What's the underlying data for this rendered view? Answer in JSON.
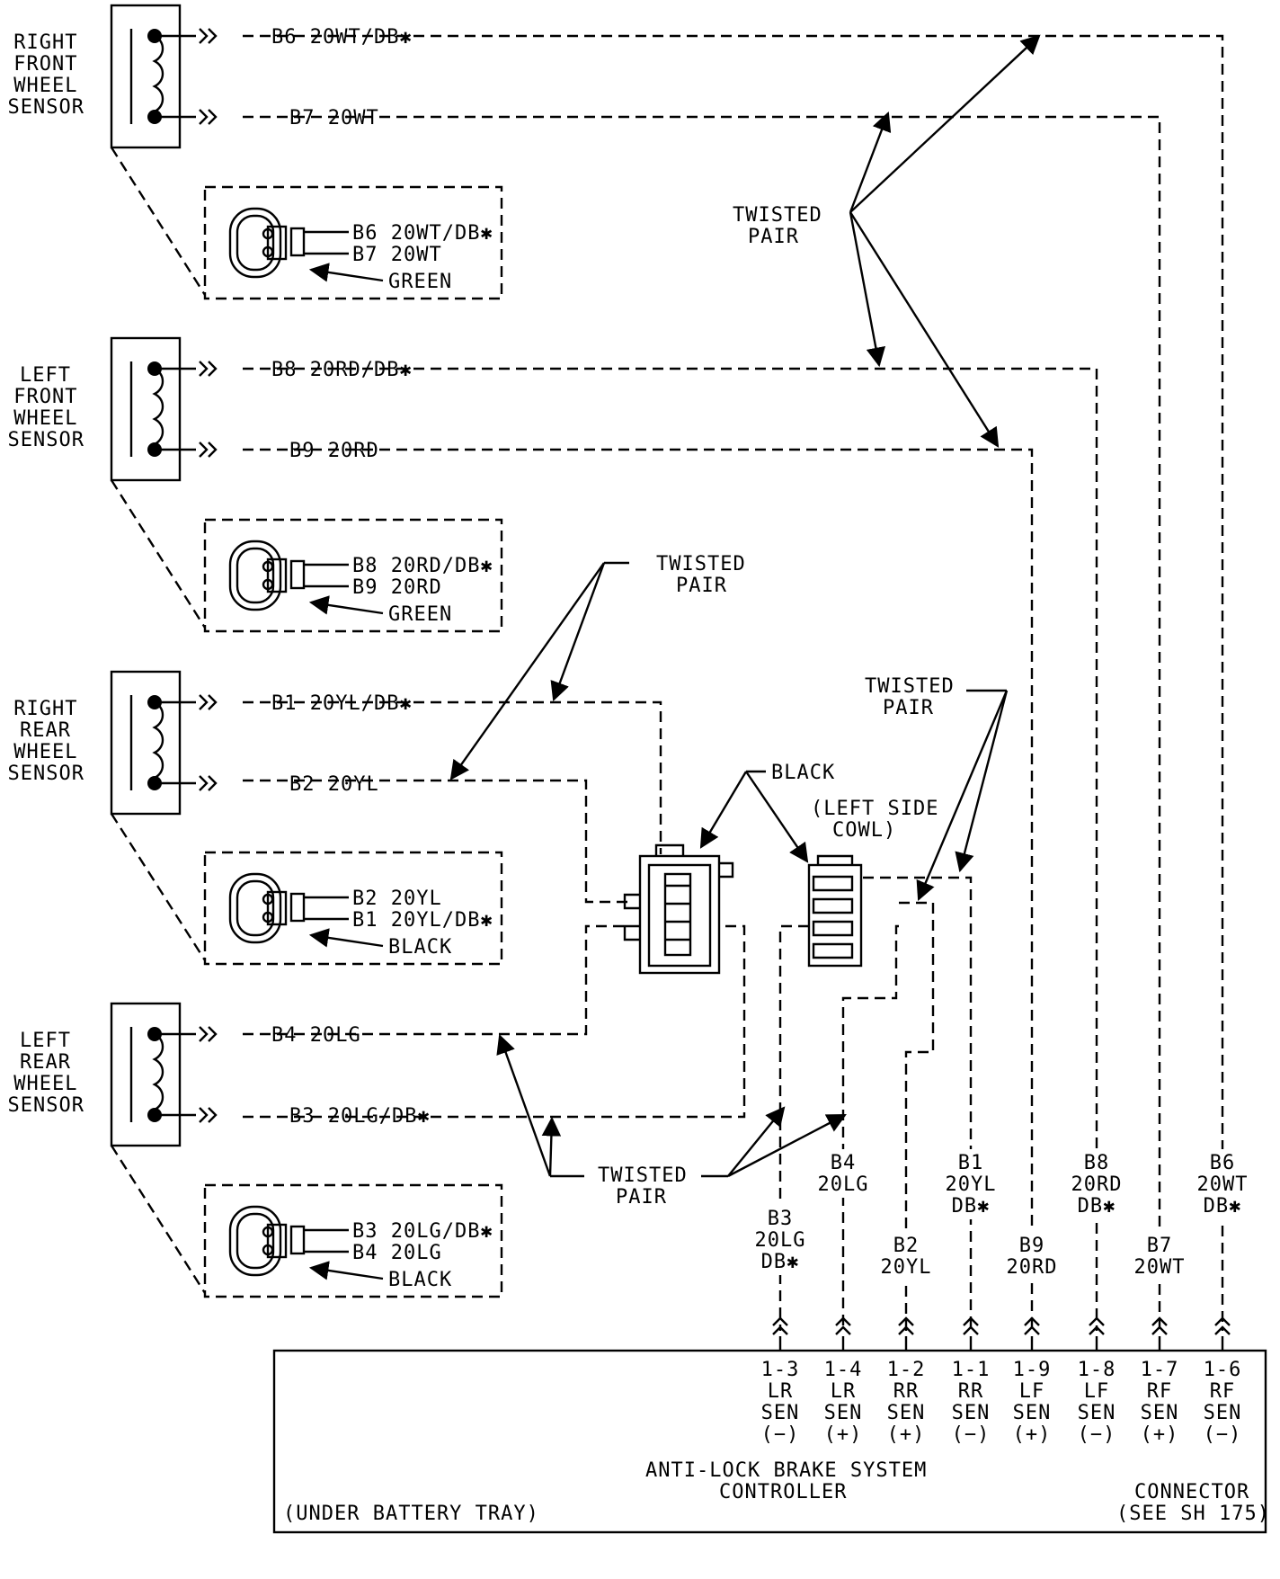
{
  "sensors": [
    {
      "name": [
        "RIGHT",
        "FRONT",
        "WHEEL",
        "SENSOR"
      ],
      "top_wire": "B6 20WT/DB✱",
      "bottom_wire": "B7 20WT",
      "connector": {
        "wires": [
          "B6 20WT/DB✱",
          "B7 20WT"
        ],
        "color": "GREEN"
      }
    },
    {
      "name": [
        "LEFT",
        "FRONT",
        "WHEEL",
        "SENSOR"
      ],
      "top_wire": "B8 20RD/DB✱",
      "bottom_wire": "B9 20RD",
      "connector": {
        "wires": [
          "B8 20RD/DB✱",
          "B9 20RD"
        ],
        "color": "GREEN"
      }
    },
    {
      "name": [
        "RIGHT",
        "REAR",
        "WHEEL",
        "SENSOR"
      ],
      "top_wire": "B1 20YL/DB✱",
      "bottom_wire": "B2 20YL",
      "connector": {
        "wires": [
          "B2 20YL",
          "B1 20YL/DB✱"
        ],
        "color": "BLACK"
      }
    },
    {
      "name": [
        "LEFT",
        "REAR",
        "WHEEL",
        "SENSOR"
      ],
      "top_wire": "B4 20LG",
      "bottom_wire": "B3 20LG/DB✱",
      "connector": {
        "wires": [
          "B3 20LG/DB✱",
          "B4 20LG"
        ],
        "color": "BLACK"
      }
    }
  ],
  "twisted_pair_label": [
    "TWISTED",
    "PAIR"
  ],
  "inline_connector": {
    "color": "BLACK",
    "location": [
      "(LEFT SIDE",
      "COWL)"
    ]
  },
  "pins": [
    {
      "wire": [
        "B3",
        "20LG",
        "DB✱"
      ],
      "pin": "1-3",
      "name": "LR",
      "sen": "SEN",
      "pol": "(−)"
    },
    {
      "wire": [
        "B4",
        "20LG"
      ],
      "pin": "1-4",
      "name": "LR",
      "sen": "SEN",
      "pol": "(+)"
    },
    {
      "wire": [
        "B2",
        "20YL"
      ],
      "pin": "1-2",
      "name": "RR",
      "sen": "SEN",
      "pol": "(+)"
    },
    {
      "wire": [
        "B1",
        "20YL",
        "DB✱"
      ],
      "pin": "1-1",
      "name": "RR",
      "sen": "SEN",
      "pol": "(−)"
    },
    {
      "wire": [
        "B9",
        "20RD"
      ],
      "pin": "1-9",
      "name": "LF",
      "sen": "SEN",
      "pol": "(+)"
    },
    {
      "wire": [
        "B8",
        "20RD",
        "DB✱"
      ],
      "pin": "1-8",
      "name": "LF",
      "sen": "SEN",
      "pol": "(−)"
    },
    {
      "wire": [
        "B7",
        "20WT"
      ],
      "pin": "1-7",
      "name": "RF",
      "sen": "SEN",
      "pol": "(+)"
    },
    {
      "wire": [
        "B6",
        "20WT",
        "DB✱"
      ],
      "pin": "1-6",
      "name": "RF",
      "sen": "SEN",
      "pol": "(−)"
    }
  ],
  "controller": {
    "title": [
      "ANTI-LOCK BRAKE SYSTEM",
      "CONTROLLER"
    ],
    "location": "(UNDER BATTERY TRAY)",
    "connector_note": [
      "CONNECTOR",
      "(SEE SH 175)"
    ]
  }
}
